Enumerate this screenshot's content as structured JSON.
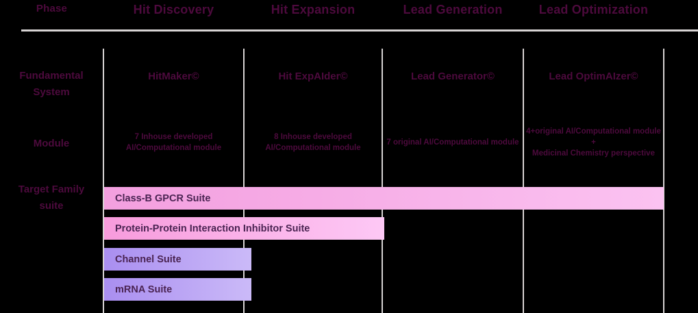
{
  "header": {
    "row_label": "Phase",
    "phases": [
      "Hit Discovery",
      "Hit Expansion",
      "Lead Generation",
      "Lead Optimization"
    ]
  },
  "row_labels": {
    "fundamental_system": "Fundamental\nSystem",
    "module": "Module",
    "target_family_suite": "Target Family\nsuite"
  },
  "fundamental_system": [
    "HitMaker©",
    "Hit ExpAIder©",
    "Lead Generator©",
    "Lead OptimAIzer©"
  ],
  "modules": [
    "7 Inhouse developed\nAI/Computational module",
    "8 Inhouse developed\nAI/Computational module",
    "7 original AI/Computational module",
    "4+original AI/Computational module\n+\nMedicinal Chemistry perspective"
  ],
  "suites": [
    {
      "label": "Class-B GPCR Suite",
      "color": "#f39fdf"
    },
    {
      "label": "Protein-Protein Interaction Inhibitor Suite",
      "color": "#f79bdc"
    },
    {
      "label": "Channel Suite",
      "color": "#a98ef0"
    },
    {
      "label": "mRNA Suite",
      "color": "#a98ef0"
    }
  ],
  "colors": {
    "background": "#000000",
    "text_accent": "#4d0a3d",
    "divider": "#d8d4d4",
    "bar_pink": "#f39fdf",
    "bar_purple": "#a98ef0",
    "bar_label": "#4a2352"
  }
}
